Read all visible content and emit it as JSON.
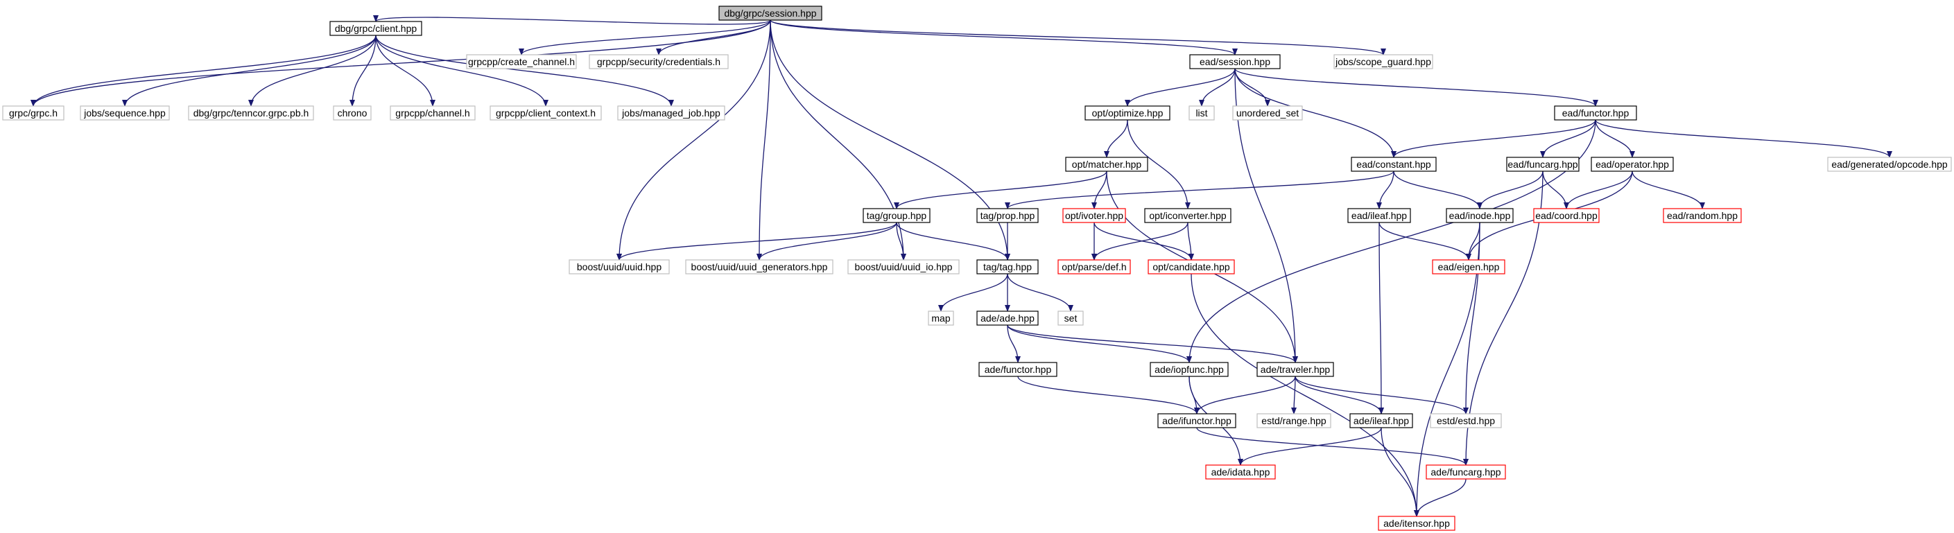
{
  "title": "",
  "colors": {
    "edge": "#191970",
    "root_fill": "#bfbfbf",
    "root_border": "#000000",
    "documented_border": "#000000",
    "undocumented_border": "#bfbfbf",
    "truncated_border": "#ff0000"
  },
  "nodes": [
    {
      "id": "n0",
      "label": "dbg/grpc/session.hpp",
      "kind": "root"
    },
    {
      "id": "n1",
      "label": "dbg/grpc/client.hpp",
      "kind": "documented"
    },
    {
      "id": "n2",
      "label": "grpcpp/create_channel.h",
      "kind": "external"
    },
    {
      "id": "n3",
      "label": "grpcpp/security/credentials.h",
      "kind": "external"
    },
    {
      "id": "n4",
      "label": "ead/session.hpp",
      "kind": "documented"
    },
    {
      "id": "n5",
      "label": "jobs/scope_guard.hpp",
      "kind": "external"
    },
    {
      "id": "n6",
      "label": "grpc/grpc.h",
      "kind": "external"
    },
    {
      "id": "n7",
      "label": "jobs/sequence.hpp",
      "kind": "external"
    },
    {
      "id": "n8",
      "label": "dbg/grpc/tenncor.grpc.pb.h",
      "kind": "external"
    },
    {
      "id": "n9",
      "label": "chrono",
      "kind": "external"
    },
    {
      "id": "n10",
      "label": "grpcpp/channel.h",
      "kind": "external"
    },
    {
      "id": "n11",
      "label": "grpcpp/client_context.h",
      "kind": "external"
    },
    {
      "id": "n12",
      "label": "jobs/managed_job.hpp",
      "kind": "external"
    },
    {
      "id": "n13",
      "label": "opt/optimize.hpp",
      "kind": "documented"
    },
    {
      "id": "n14",
      "label": "list",
      "kind": "external"
    },
    {
      "id": "n15",
      "label": "unordered_set",
      "kind": "external"
    },
    {
      "id": "n16",
      "label": "ead/functor.hpp",
      "kind": "documented"
    },
    {
      "id": "n17",
      "label": "opt/matcher.hpp",
      "kind": "documented"
    },
    {
      "id": "n18",
      "label": "ead/constant.hpp",
      "kind": "documented"
    },
    {
      "id": "n19",
      "label": "ead/funcarg.hpp",
      "kind": "documented"
    },
    {
      "id": "n20",
      "label": "ead/operator.hpp",
      "kind": "documented"
    },
    {
      "id": "n21",
      "label": "ead/generated/opcode.hpp",
      "kind": "external"
    },
    {
      "id": "n22",
      "label": "tag/group.hpp",
      "kind": "documented"
    },
    {
      "id": "n23",
      "label": "tag/prop.hpp",
      "kind": "documented"
    },
    {
      "id": "n24",
      "label": "opt/ivoter.hpp",
      "kind": "truncated"
    },
    {
      "id": "n25",
      "label": "opt/iconverter.hpp",
      "kind": "documented"
    },
    {
      "id": "n26",
      "label": "ead/ileaf.hpp",
      "kind": "documented"
    },
    {
      "id": "n27",
      "label": "ead/inode.hpp",
      "kind": "documented"
    },
    {
      "id": "n28",
      "label": "ead/coord.hpp",
      "kind": "truncated"
    },
    {
      "id": "n29",
      "label": "ead/random.hpp",
      "kind": "truncated"
    },
    {
      "id": "n30",
      "label": "boost/uuid/uuid.hpp",
      "kind": "external"
    },
    {
      "id": "n31",
      "label": "boost/uuid/uuid_generators.hpp",
      "kind": "external"
    },
    {
      "id": "n32",
      "label": "boost/uuid/uuid_io.hpp",
      "kind": "external"
    },
    {
      "id": "n33",
      "label": "tag/tag.hpp",
      "kind": "documented"
    },
    {
      "id": "n34",
      "label": "opt/parse/def.h",
      "kind": "truncated"
    },
    {
      "id": "n35",
      "label": "opt/candidate.hpp",
      "kind": "truncated"
    },
    {
      "id": "n36",
      "label": "ead/eigen.hpp",
      "kind": "truncated"
    },
    {
      "id": "n37",
      "label": "map",
      "kind": "external"
    },
    {
      "id": "n38",
      "label": "ade/ade.hpp",
      "kind": "documented"
    },
    {
      "id": "n39",
      "label": "set",
      "kind": "external"
    },
    {
      "id": "n40",
      "label": "ade/functor.hpp",
      "kind": "documented"
    },
    {
      "id": "n41",
      "label": "ade/iopfunc.hpp",
      "kind": "documented"
    },
    {
      "id": "n42",
      "label": "ade/traveler.hpp",
      "kind": "documented"
    },
    {
      "id": "n43",
      "label": "ade/ifunctor.hpp",
      "kind": "documented"
    },
    {
      "id": "n44",
      "label": "estd/range.hpp",
      "kind": "external"
    },
    {
      "id": "n45",
      "label": "ade/ileaf.hpp",
      "kind": "documented"
    },
    {
      "id": "n46",
      "label": "estd/estd.hpp",
      "kind": "external"
    },
    {
      "id": "n47",
      "label": "ade/idata.hpp",
      "kind": "truncated"
    },
    {
      "id": "n48",
      "label": "ade/funcarg.hpp",
      "kind": "truncated"
    },
    {
      "id": "n49",
      "label": "ade/itensor.hpp",
      "kind": "truncated"
    }
  ],
  "edges": [
    [
      "n0",
      "n1"
    ],
    [
      "n0",
      "n2"
    ],
    [
      "n0",
      "n3"
    ],
    [
      "n0",
      "n4"
    ],
    [
      "n0",
      "n5"
    ],
    [
      "n0",
      "n6"
    ],
    [
      "n0",
      "n30"
    ],
    [
      "n0",
      "n31"
    ],
    [
      "n0",
      "n32"
    ],
    [
      "n0",
      "n33"
    ],
    [
      "n1",
      "n6"
    ],
    [
      "n1",
      "n7"
    ],
    [
      "n1",
      "n8"
    ],
    [
      "n1",
      "n9"
    ],
    [
      "n1",
      "n10"
    ],
    [
      "n1",
      "n11"
    ],
    [
      "n1",
      "n12"
    ],
    [
      "n4",
      "n13"
    ],
    [
      "n4",
      "n14"
    ],
    [
      "n4",
      "n15"
    ],
    [
      "n4",
      "n16"
    ],
    [
      "n4",
      "n18"
    ],
    [
      "n4",
      "n42"
    ],
    [
      "n13",
      "n17"
    ],
    [
      "n13",
      "n25"
    ],
    [
      "n17",
      "n22"
    ],
    [
      "n17",
      "n24"
    ],
    [
      "n17",
      "n42"
    ],
    [
      "n16",
      "n18"
    ],
    [
      "n16",
      "n19"
    ],
    [
      "n16",
      "n20"
    ],
    [
      "n16",
      "n21"
    ],
    [
      "n16",
      "n41"
    ],
    [
      "n18",
      "n23"
    ],
    [
      "n18",
      "n26"
    ],
    [
      "n18",
      "n27"
    ],
    [
      "n19",
      "n27"
    ],
    [
      "n19",
      "n28"
    ],
    [
      "n19",
      "n48"
    ],
    [
      "n20",
      "n28"
    ],
    [
      "n20",
      "n29"
    ],
    [
      "n20",
      "n36"
    ],
    [
      "n22",
      "n30"
    ],
    [
      "n22",
      "n31"
    ],
    [
      "n22",
      "n32"
    ],
    [
      "n22",
      "n33"
    ],
    [
      "n23",
      "n33"
    ],
    [
      "n24",
      "n34"
    ],
    [
      "n24",
      "n35"
    ],
    [
      "n25",
      "n34"
    ],
    [
      "n25",
      "n35"
    ],
    [
      "n26",
      "n36"
    ],
    [
      "n26",
      "n45"
    ],
    [
      "n27",
      "n36"
    ],
    [
      "n27",
      "n46"
    ],
    [
      "n27",
      "n49"
    ],
    [
      "n35",
      "n49"
    ],
    [
      "n33",
      "n37"
    ],
    [
      "n33",
      "n38"
    ],
    [
      "n33",
      "n39"
    ],
    [
      "n38",
      "n40"
    ],
    [
      "n38",
      "n41"
    ],
    [
      "n38",
      "n42"
    ],
    [
      "n40",
      "n43"
    ],
    [
      "n41",
      "n43"
    ],
    [
      "n41",
      "n47"
    ],
    [
      "n42",
      "n43"
    ],
    [
      "n42",
      "n44"
    ],
    [
      "n42",
      "n45"
    ],
    [
      "n42",
      "n46"
    ],
    [
      "n43",
      "n48"
    ],
    [
      "n45",
      "n47"
    ],
    [
      "n45",
      "n49"
    ],
    [
      "n48",
      "n49"
    ]
  ]
}
